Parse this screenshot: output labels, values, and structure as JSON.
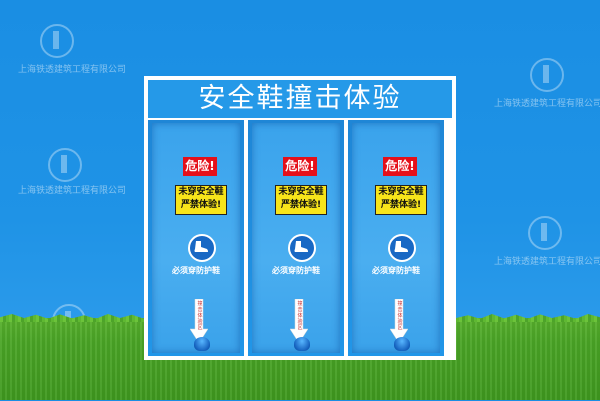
{
  "title": "安全鞋撞击体验",
  "bays": [
    {
      "danger": "危险!",
      "warning_line1": "未穿安全鞋",
      "warning_line2": "严禁体验!",
      "instruction": "必须穿防护鞋",
      "arrow_text": "撞击体验区",
      "icon": "safety-boot-icon"
    },
    {
      "danger": "危险!",
      "warning_line1": "未穿安全鞋",
      "warning_line2": "严禁体验!",
      "instruction": "必须穿防护鞋",
      "arrow_text": "撞击体验区",
      "icon": "safety-boot-icon"
    },
    {
      "danger": "危险!",
      "warning_line1": "未穿安全鞋",
      "warning_line2": "严禁体验!",
      "instruction": "必须穿防护鞋",
      "arrow_text": "撞击体验区",
      "icon": "safety-boot-icon"
    }
  ],
  "watermark": {
    "company": "上海铁透建筑工程有限公司"
  },
  "colors": {
    "background": "#1f93e6",
    "danger": "#e5101a",
    "warning": "#f8e51a",
    "grass": "#4aa526",
    "frame": "#ffffff"
  }
}
